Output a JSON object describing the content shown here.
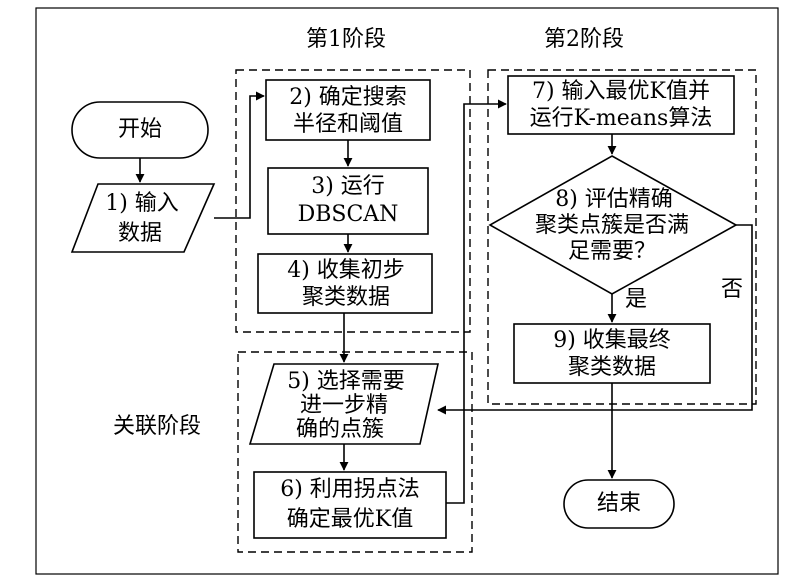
{
  "phases": {
    "phase1": "第1阶段",
    "phase2": "第2阶段",
    "link": "关联阶段"
  },
  "nodes": {
    "start": "开始",
    "n1": [
      "1) 输入",
      "数据"
    ],
    "n2": [
      "2) 确定搜索",
      "半径和阈值"
    ],
    "n3": [
      "3) 运行",
      "DBSCAN"
    ],
    "n4": [
      "4) 收集初步",
      "聚类数据"
    ],
    "n5": [
      "5) 选择需要",
      "进一步精",
      "确的点簇"
    ],
    "n6": [
      "6) 利用拐点法",
      "确定最优K值"
    ],
    "n7": [
      "7) 输入最优K值并",
      "运行K-means算法"
    ],
    "n8": [
      "8) 评估精确",
      "聚类点簇是否满",
      "足需要？"
    ],
    "n9": [
      "9) 收集最终",
      "聚类数据"
    ],
    "end": "结束"
  },
  "edges": {
    "yes": "是",
    "no": "否"
  }
}
